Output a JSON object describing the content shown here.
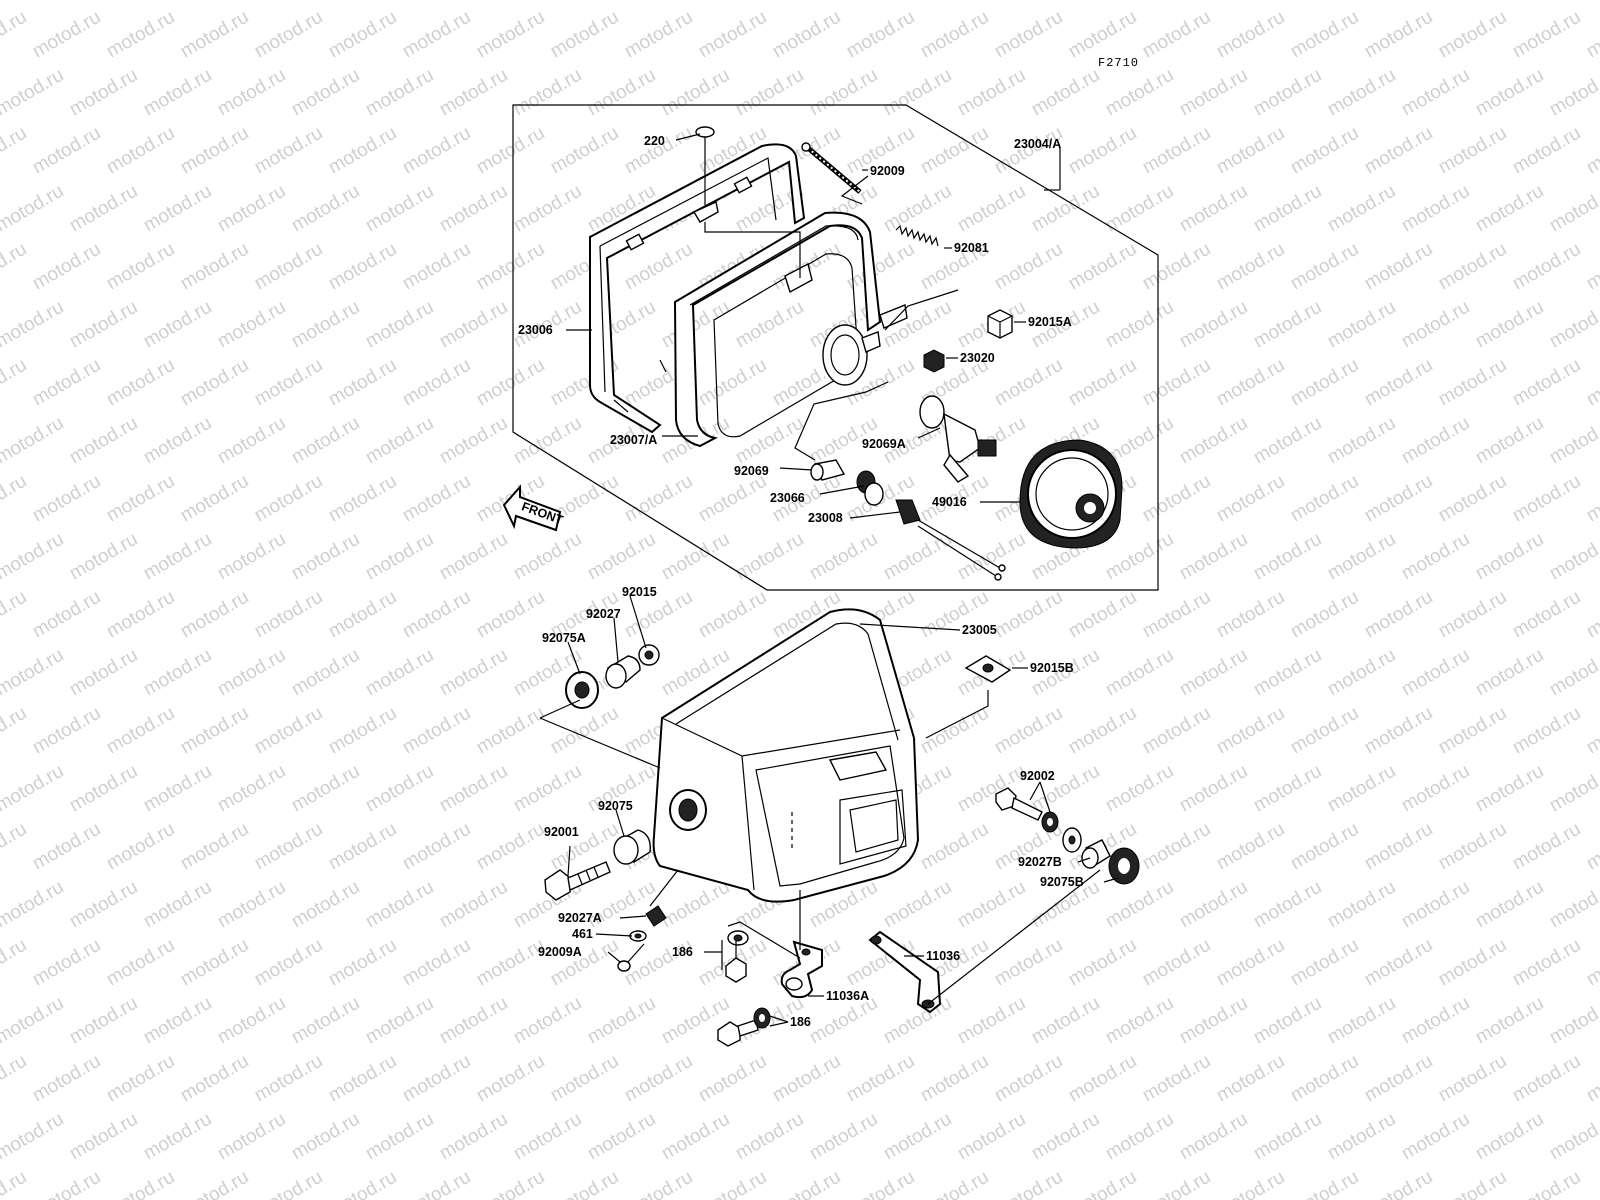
{
  "diagram": {
    "code": "F2710",
    "watermark": "motod.ru",
    "front_label": "FRONT",
    "labels": {
      "p220": "220",
      "p92009": "92009",
      "p23004A": "23004/A",
      "p92081": "92081",
      "p23006": "23006",
      "p92015A": "92015A",
      "p23020": "23020",
      "p23007A": "23007/A",
      "p92069A": "92069A",
      "p92069": "92069",
      "p23066": "23066",
      "p49016": "49016",
      "p23008": "23008",
      "p92015": "92015",
      "p92027": "92027",
      "p92075A": "92075A",
      "p23005": "23005",
      "p92015B": "92015B",
      "p92002": "92002",
      "p92075": "92075",
      "p92001": "92001",
      "p92027B": "92027B",
      "p92075B": "92075B",
      "p92027A": "92027A",
      "p461": "461",
      "p92009A": "92009A",
      "p186a": "186",
      "p11036": "11036",
      "p11036A": "11036A",
      "p186b": "186"
    }
  }
}
